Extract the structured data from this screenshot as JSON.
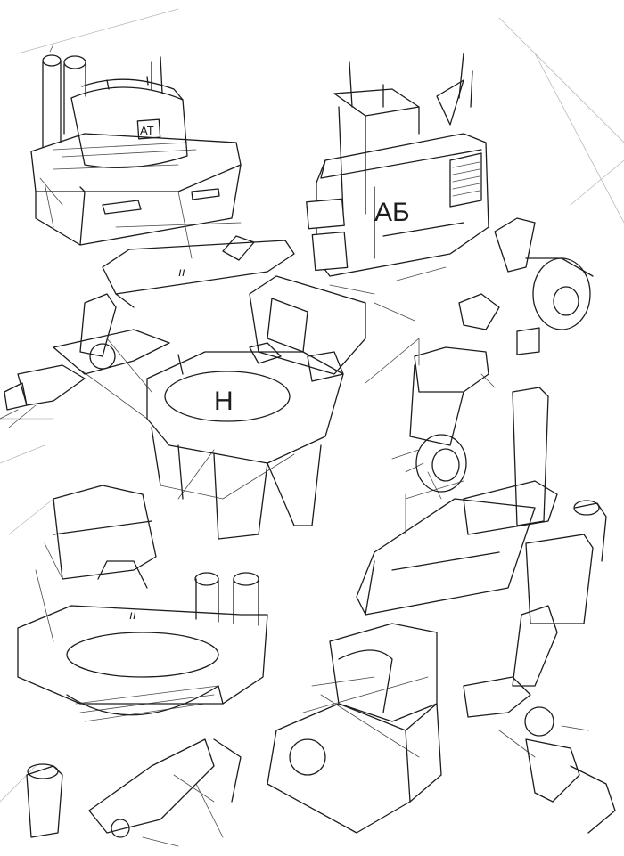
{
  "sketch": {
    "paper_color": "#ffffff",
    "ink_color": "#1c1c1c",
    "labels": {
      "marking_at": "AT",
      "marking_ab": "AБ",
      "marking_h": "H",
      "tick_marks_1": "ıı",
      "tick_marks_2": "ıı"
    }
  }
}
